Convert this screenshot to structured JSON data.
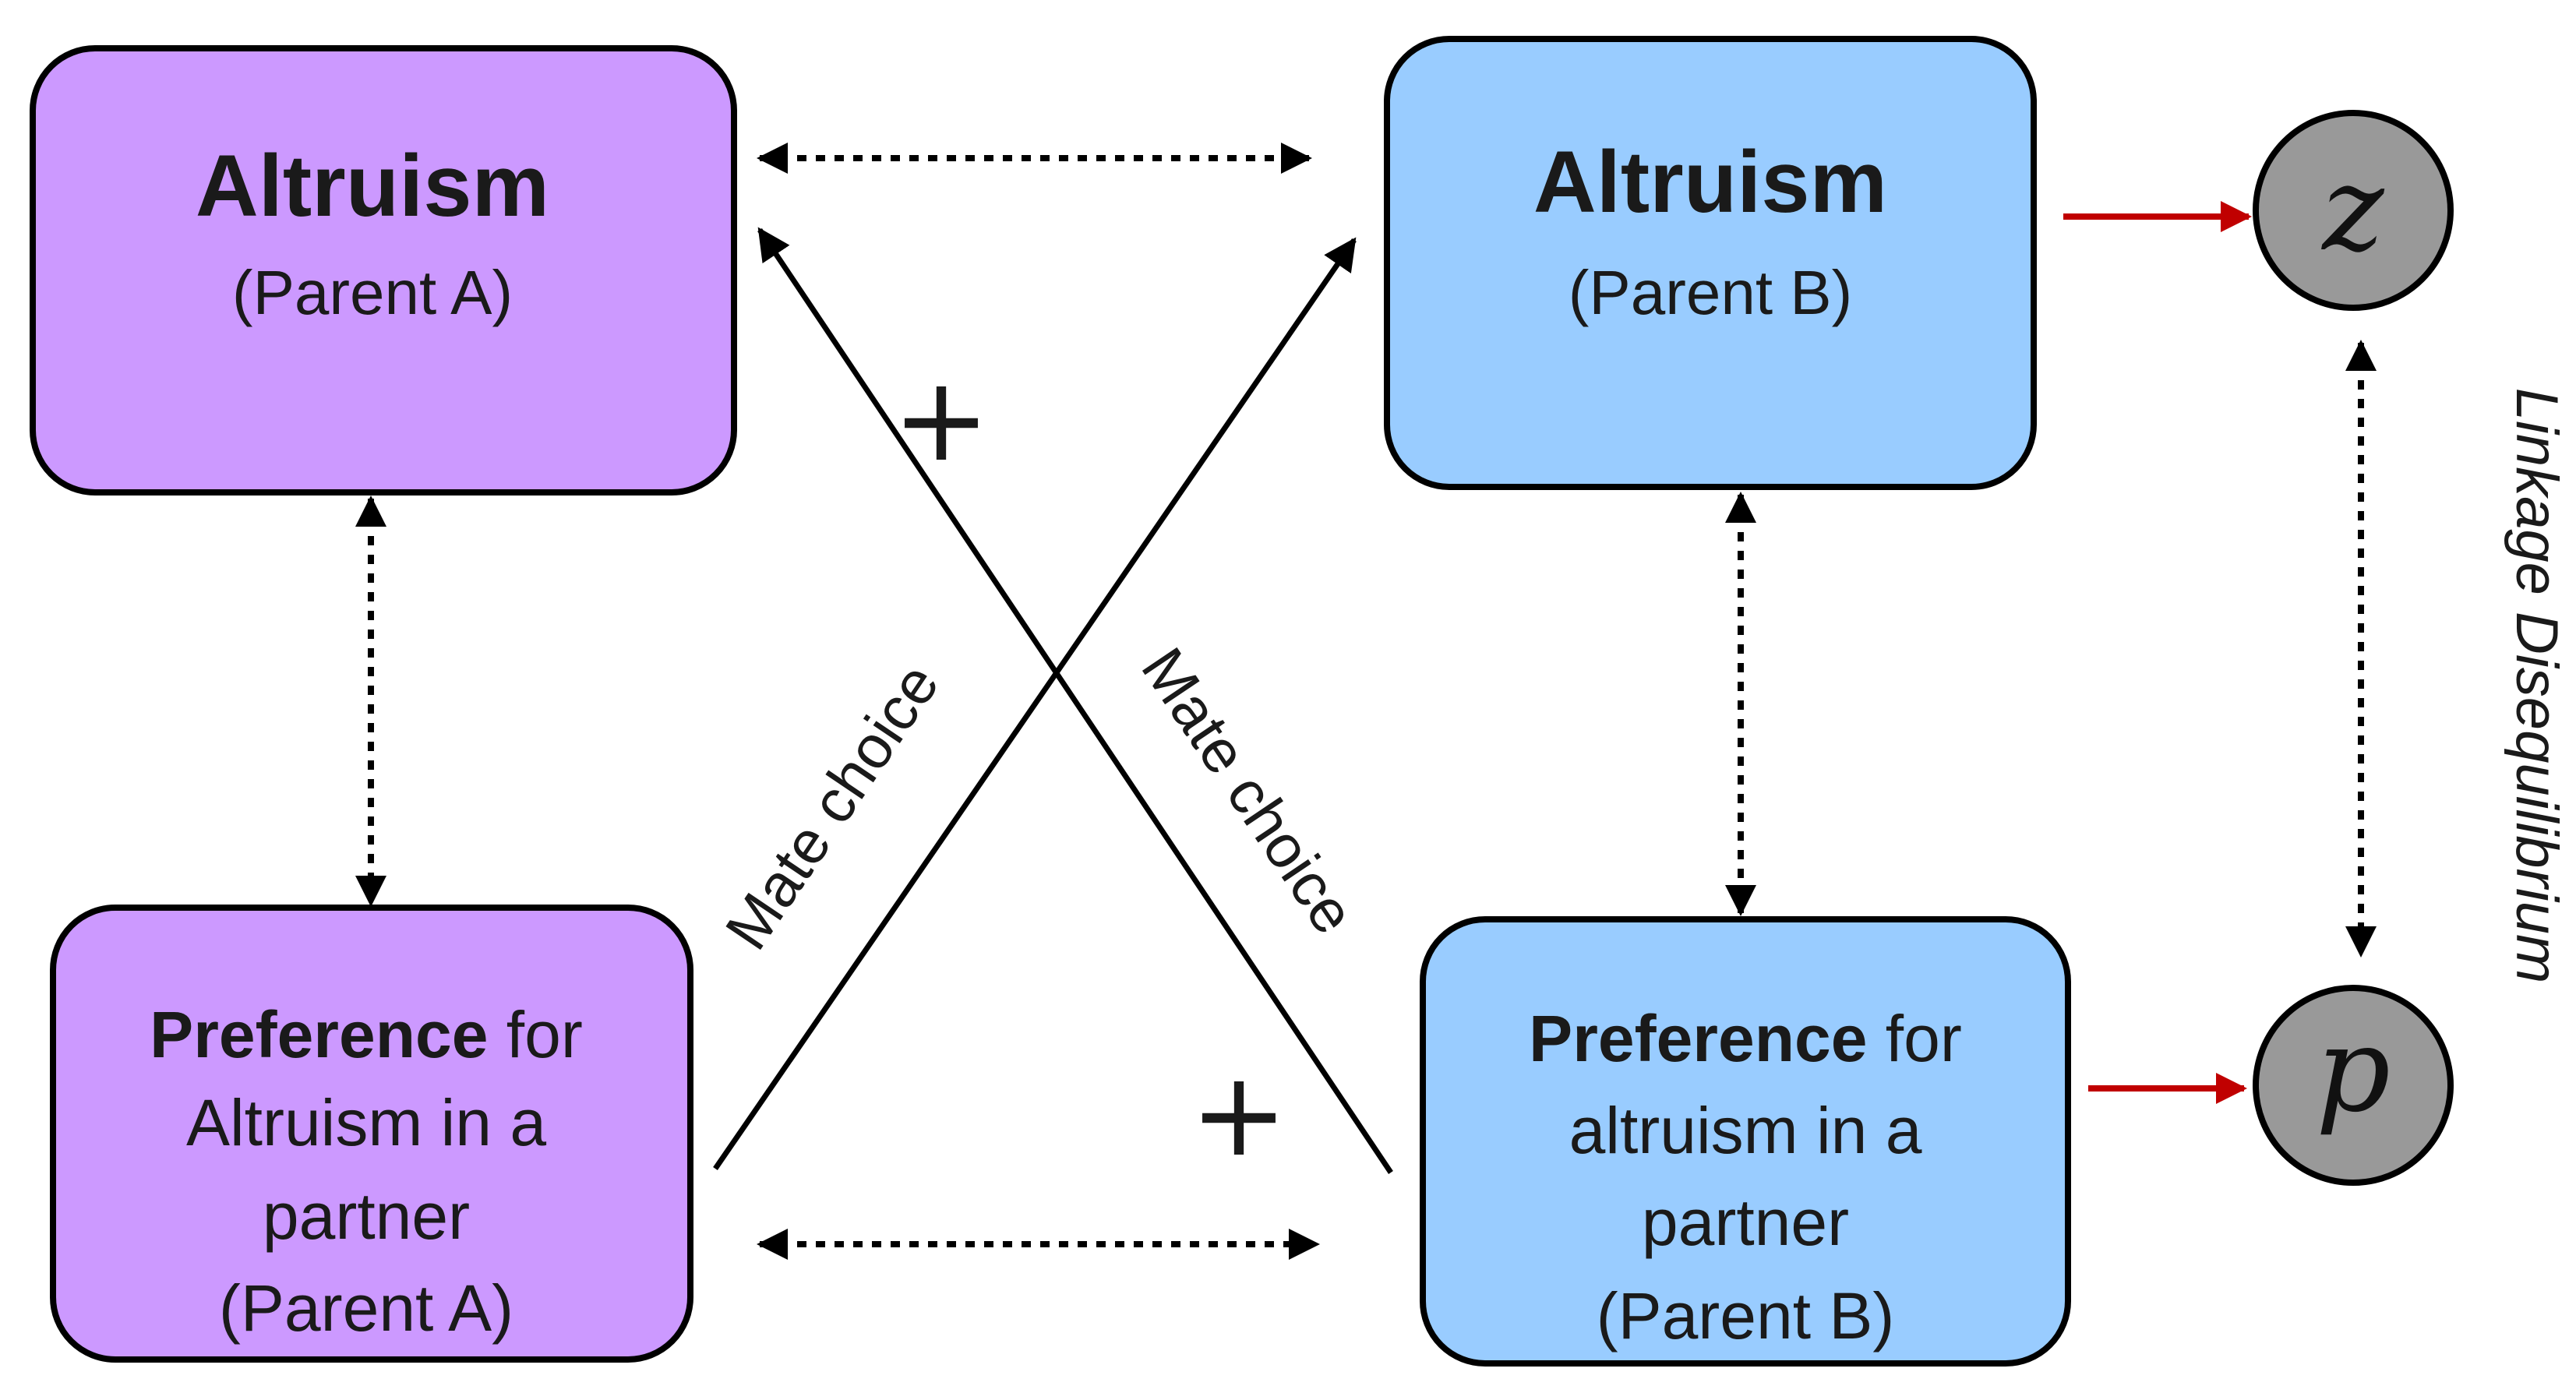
{
  "colors": {
    "parent_a_fill": "#cc99ff",
    "parent_b_fill": "#99ccff",
    "node_fill": "#999999",
    "red_arrow": "#c00000",
    "stroke": "#000000"
  },
  "boxes": {
    "altruism_a": {
      "title": "Altruism",
      "subtitle": "(Parent A)"
    },
    "altruism_b": {
      "title": "Altruism",
      "subtitle": "(Parent B)"
    },
    "preference_a": {
      "line1_bold": "Preference",
      "line1_rest": " for",
      "line2": "Altruism in a",
      "line3": "partner",
      "line4": "(Parent A)"
    },
    "preference_b": {
      "line1_bold": "Preference",
      "line1_rest": " for",
      "line2": "altruism in a",
      "line3": "partner",
      "line4": "(Parent B)"
    }
  },
  "edges": {
    "mate_choice_left": "Mate choice",
    "mate_choice_right": "Mate choice",
    "plus_top": "+",
    "plus_bottom": "+"
  },
  "nodes": {
    "z": "z",
    "p": "p"
  },
  "linkage_label": "Linkage Disequilibrium"
}
